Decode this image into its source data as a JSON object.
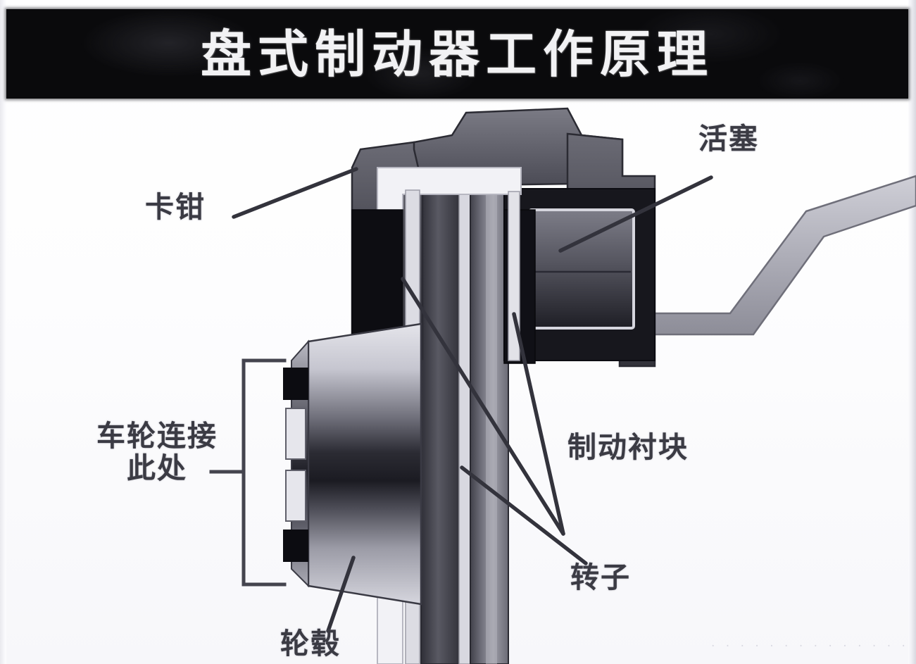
{
  "banner": {
    "title": "盘式制动器工作原理"
  },
  "diagram": {
    "type": "technical-cutaway-illustration",
    "subject": "disc-brake-assembly",
    "background_color": "#fbfbfc",
    "labels": [
      {
        "id": "caliper",
        "text": "卡钳",
        "translation": "caliper",
        "position": "left-upper",
        "leader": "points up-right to caliper body top-left shoulder"
      },
      {
        "id": "piston",
        "text": "活塞",
        "translation": "piston",
        "position": "right-upper",
        "leader": "points down-left into piston chamber"
      },
      {
        "id": "brake_pads",
        "text": "制动衬块",
        "translation": "brake pads",
        "position": "right-middle",
        "leader": "two lines converging in a V onto inner and outer pads"
      },
      {
        "id": "wheel_connection_line1",
        "text": "车轮连接",
        "translation": "wheel connects",
        "position": "left-middle",
        "leader": "square bracket spanning the hub face"
      },
      {
        "id": "wheel_connection_line2",
        "text": "此处",
        "translation": "here",
        "position": "left-middle"
      },
      {
        "id": "rotor",
        "text": "转子",
        "translation": "rotor",
        "position": "right-lower",
        "leader": "points up-left to the rotor disc"
      },
      {
        "id": "wheel_hub",
        "text": "轮毂",
        "translation": "wheel hub",
        "position": "bottom-center",
        "clipped": "true",
        "leader": "short stub pointing up-left into hub body"
      }
    ],
    "parts": [
      {
        "id": "caliper-body",
        "name": "caliper-body",
        "tone": "#4a4a52"
      },
      {
        "id": "caliper-bridge",
        "name": "caliper-bridge",
        "tone": "#5a5a63"
      },
      {
        "id": "piston-chamber",
        "name": "piston-chamber",
        "tone": "#15151a"
      },
      {
        "id": "piston",
        "name": "piston",
        "tone": "#5f5f68"
      },
      {
        "id": "inner-pad",
        "name": "inner-brake-pad",
        "tone": "#0e0e12"
      },
      {
        "id": "outer-pad",
        "name": "outer-brake-pad",
        "tone": "#121216"
      },
      {
        "id": "rotor-disc",
        "name": "rotor-disc",
        "tone": "#8e8e98"
      },
      {
        "id": "wheel-hub",
        "name": "wheel-hub",
        "tone": "#9a9aa4"
      },
      {
        "id": "hub-studs",
        "name": "hub-studs",
        "tone": "#101014"
      },
      {
        "id": "brake-hose",
        "name": "brake-hose",
        "tone": "#b6b6bf"
      }
    ]
  },
  "watermark": {
    "text": "· · · · · · · · · · · · · · · · · ·"
  }
}
